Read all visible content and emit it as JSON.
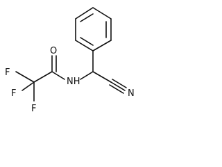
{
  "molecule": {
    "atoms": {
      "oxygen": "O",
      "nitrogen_amide": "NH",
      "nitrogen_nitrile": "N",
      "fluorine_1": "F",
      "fluorine_2": "F",
      "fluorine_3": "F"
    }
  }
}
